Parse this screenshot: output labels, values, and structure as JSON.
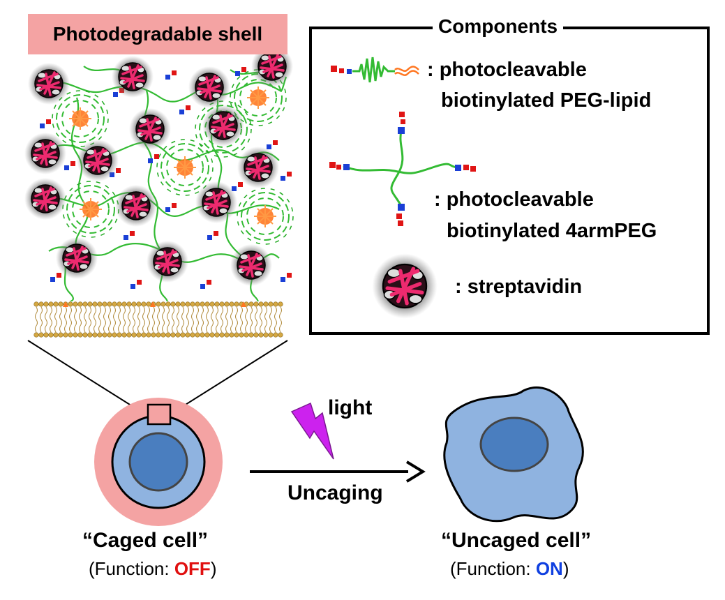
{
  "shell": {
    "title": "Photodegradable shell",
    "title_bg": "#f4a3a3"
  },
  "components": {
    "title": "Components",
    "items": [
      {
        "icon": "peg-lipid-icon",
        "line1": ": photocleavable",
        "line2": "biotinylated PEG-lipid"
      },
      {
        "icon": "4arm-peg-icon",
        "line1": ": photocleavable",
        "line2": "biotinylated 4armPEG"
      },
      {
        "icon": "streptavidin-icon",
        "line1": ": streptavidin",
        "line2": ""
      }
    ]
  },
  "process": {
    "light_label": "light",
    "arrow_label": "Uncaging"
  },
  "caged": {
    "name": "“Caged cell”",
    "fn_prefix": "(Function: ",
    "fn_state": "OFF",
    "fn_suffix": ")"
  },
  "uncaged": {
    "name": "“Uncaged cell”",
    "fn_prefix": "(Function: ",
    "fn_state": "ON",
    "fn_suffix": ")"
  },
  "colors": {
    "shell_pink": "#f4a3a3",
    "cell_light": "#8fb3e0",
    "nucleus": "#4a7ebf",
    "peg_green": "#33bb33",
    "lipid_orange": "#ff7722",
    "biotin_blue": "#1a3fd6",
    "cleave_red": "#e01515",
    "streptavidin": "#e0246a",
    "light_purple": "#cc22ee",
    "membrane": "#d4a843"
  }
}
